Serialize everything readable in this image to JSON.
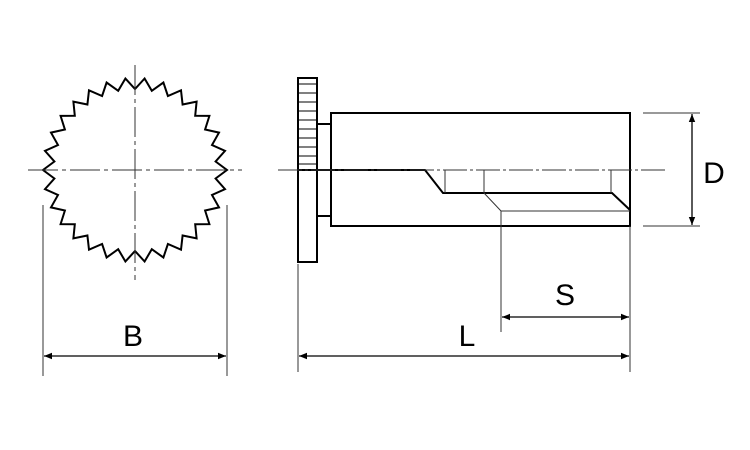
{
  "labels": {
    "diameter_b": "B",
    "length_l": "L",
    "thread_s": "S",
    "diameter_d": "D"
  },
  "gear": {
    "teeth": 30
  },
  "colors": {
    "line": "#000000",
    "thin": "#333333"
  }
}
